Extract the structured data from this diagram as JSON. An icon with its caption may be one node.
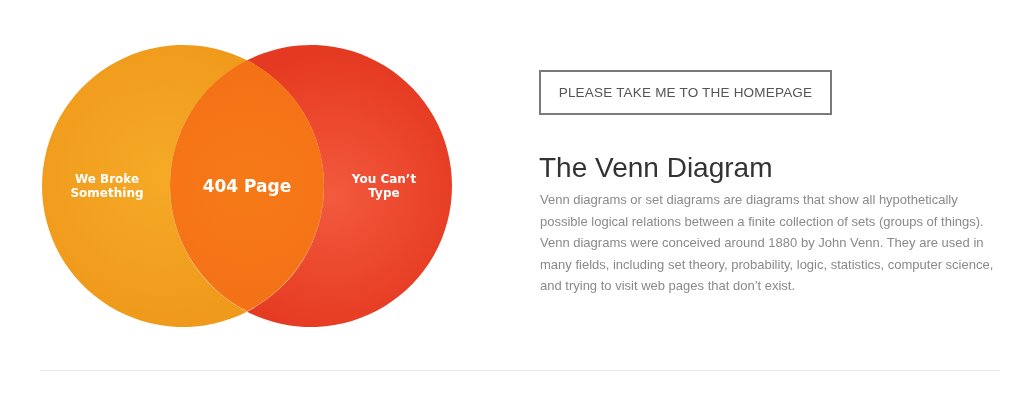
{
  "diagram": {
    "title": "The Venn Diagram",
    "nodes": [
      {
        "text": [
          "We Broke Something"
        ]
      },
      {
        "text": [
          "You Can’t Type"
        ]
      },
      {
        "text": [
          "404 Page"
        ]
      }
    ],
    "labels": [
      "PLEASE TAKE ME TO THE HOMEPAGE",
      "Venn diagrams or set diagrams are diagrams that show all hypothetically possible logical relations between a finite collection of sets (groups of things). Venn diagrams were conceived around 1880 by John Venn. They are used in many fields, including set theory, probability, logic, statistics, computer science, and trying to visit web pages that don’t exist."
    ]
  }
}
